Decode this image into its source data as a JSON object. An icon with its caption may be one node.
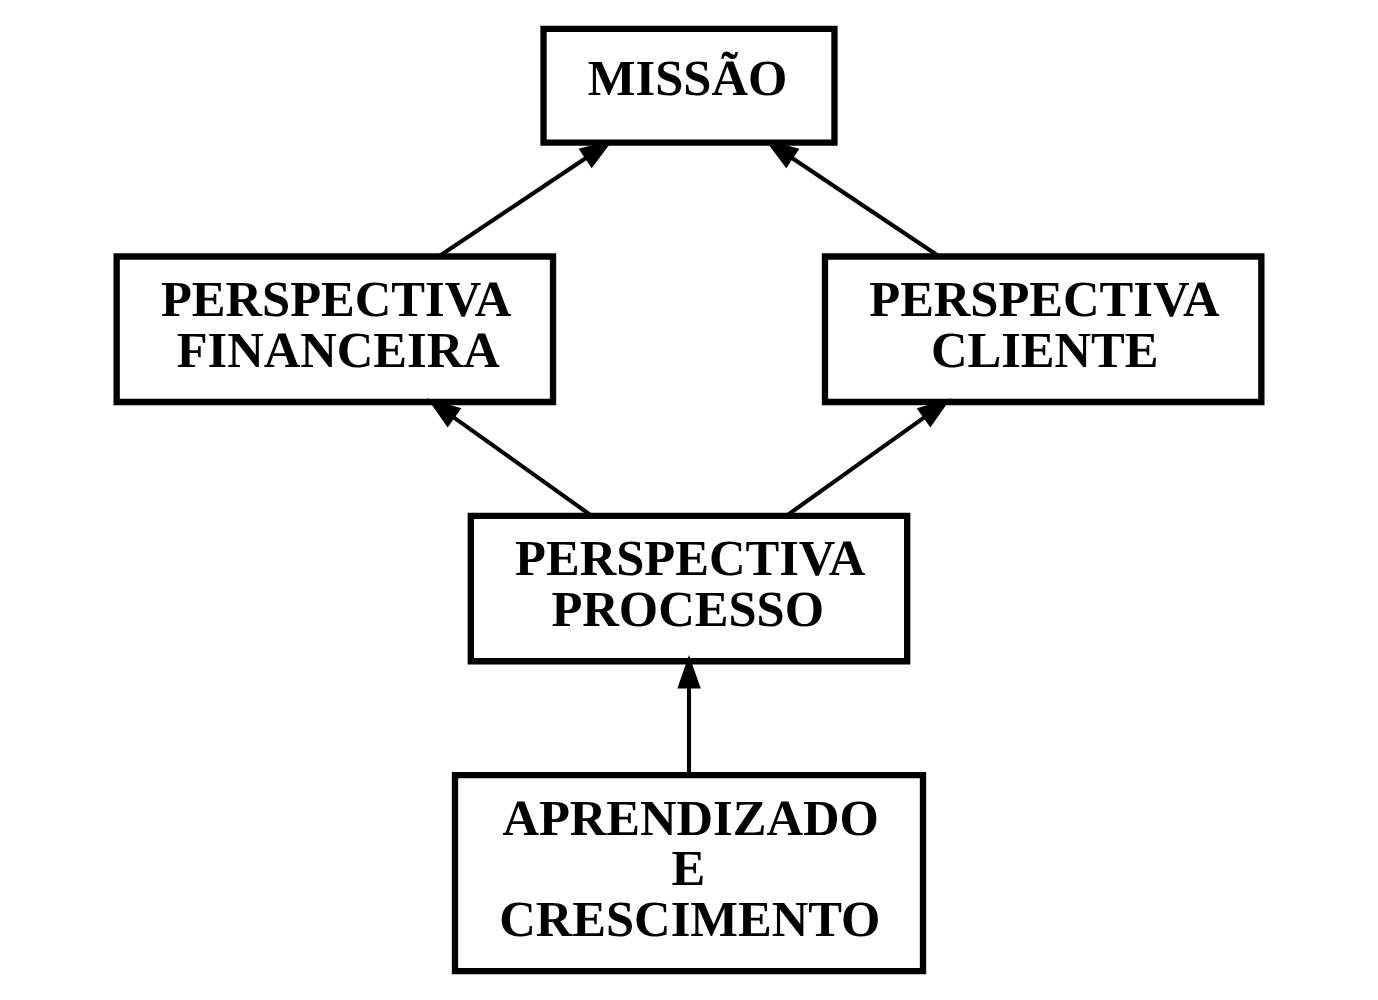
{
  "diagram": {
    "nodes": [
      {
        "text": [
          "MISSÃO"
        ]
      },
      {
        "text": [
          "PERSPECTIVA FINANCEIRA"
        ]
      },
      {
        "text": [
          "PERSPECTIVA CLIENTE"
        ]
      },
      {
        "text": [
          "PERSPECTIVA PROCESSO"
        ]
      },
      {
        "text": [
          "APRENDIZADO E CRESCIMENTO"
        ]
      }
    ],
    "edges": [
      {
        "from": 1,
        "to": 0,
        "arrow": "to"
      },
      {
        "from": 2,
        "to": 0,
        "arrow": "to"
      },
      {
        "from": 3,
        "to": 1,
        "arrow": "to"
      },
      {
        "from": 3,
        "to": 2,
        "arrow": "to"
      },
      {
        "from": 4,
        "to": 3,
        "arrow": "to"
      }
    ]
  }
}
